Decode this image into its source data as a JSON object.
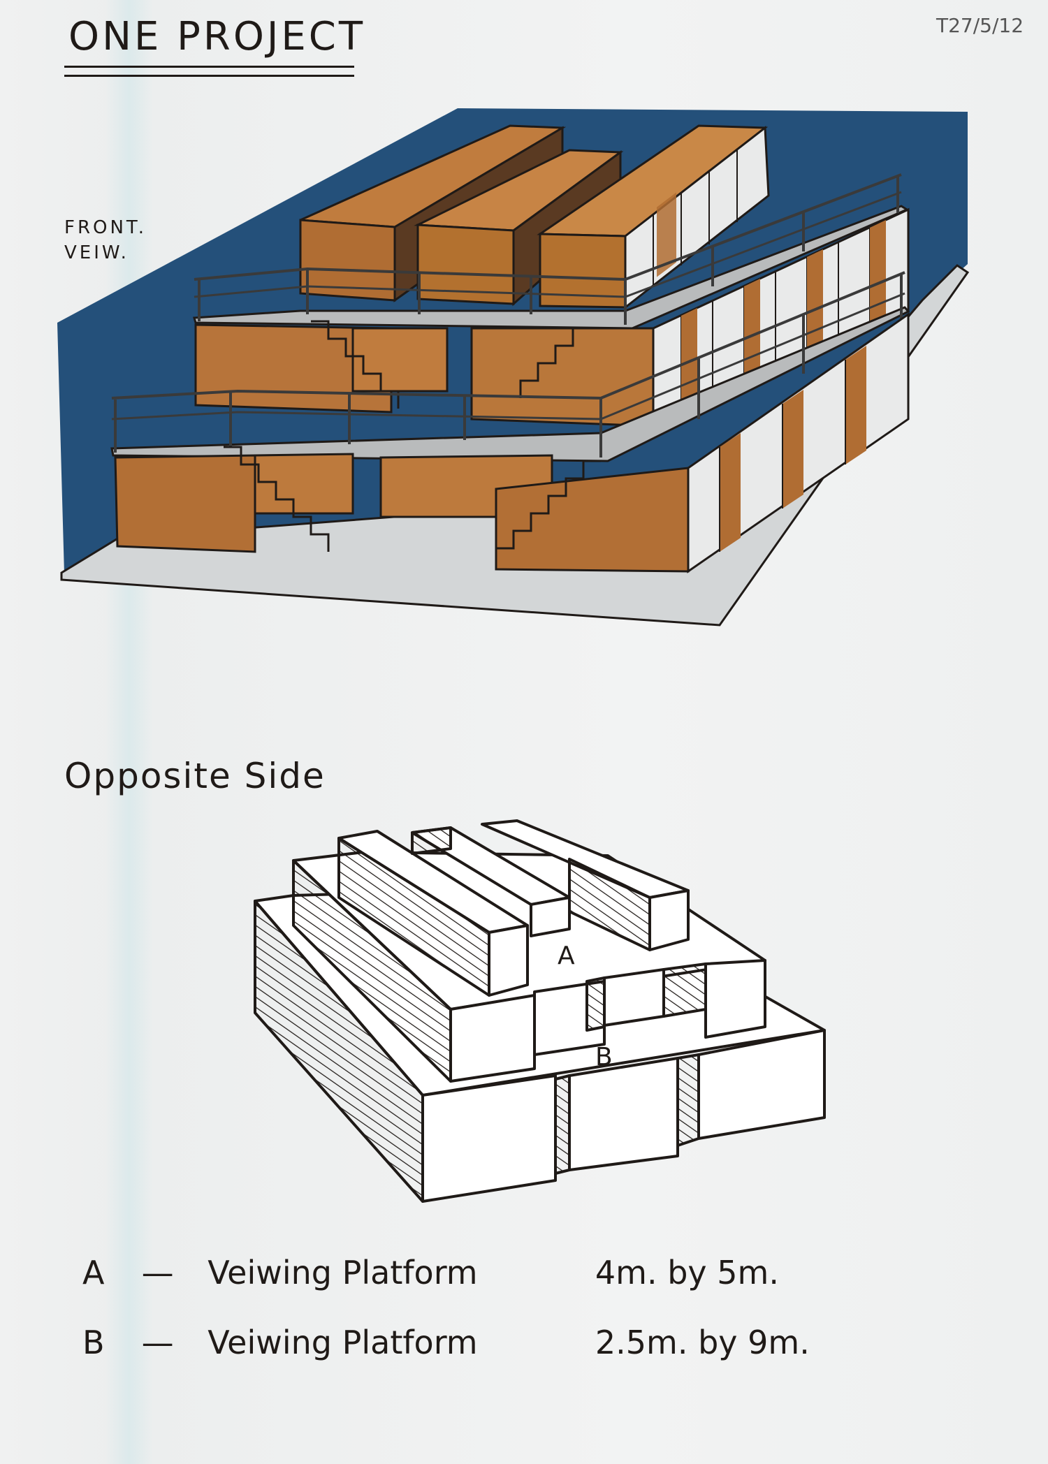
{
  "sheet": {
    "title": "ONE PROJECT",
    "date": "T27/5/12",
    "front_view_label": "FRONT.\nVEIW."
  },
  "colors": {
    "ink": "#1f1a17",
    "container_brown": "#b8743a",
    "container_dark": "#8a4f22",
    "backdrop_blue": "#24507a",
    "floor_grey": "#cfd2d3",
    "paper": "#eef0f0"
  },
  "opposite_side": {
    "heading": "Opposite Side",
    "labels": {
      "a": "A",
      "b": "B"
    }
  },
  "legend": [
    {
      "key": "A",
      "dash": "—",
      "label": "Veiwing Platform",
      "dimensions": "4m. by 5m."
    },
    {
      "key": "B",
      "dash": "—",
      "label": "Veiwing Platform",
      "dimensions": "2.5m. by 9m."
    }
  ]
}
